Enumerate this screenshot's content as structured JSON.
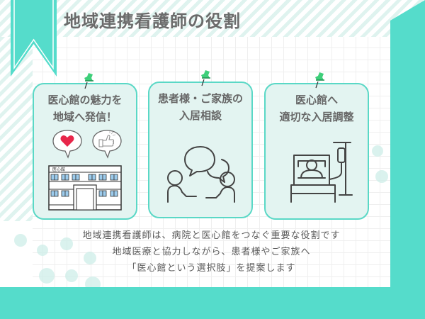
{
  "title": "地域連携看護師の役割",
  "colors": {
    "accent": "#55dccb",
    "card_fill": "#e3f4f1",
    "card_border": "#5ad8c6",
    "text": "#666666",
    "heart": "#e8264a",
    "pin": "#3ecf7a",
    "window_blue": "#9ccbec"
  },
  "cards": [
    {
      "title_lines": [
        "医心館の魅力を",
        "地域へ発信！"
      ],
      "icons": [
        "heart-speech-bubble-icon",
        "thumbs-up-speech-bubble-icon",
        "hospital-building-icon"
      ],
      "building_sign": "医心館"
    },
    {
      "title_lines": [
        "患者様・ご家族の",
        "入居相談"
      ],
      "icons": [
        "consultation-people-icon"
      ]
    },
    {
      "title_lines": [
        "医心館へ",
        "適切な入居調整"
      ],
      "icons": [
        "patient-bed-iv-icon"
      ]
    }
  ],
  "description": {
    "lines": [
      "地域連携看護師は、病院と医心館をつなぐ重要な役割です",
      "地域医療と協力しながら、患者様やご家族へ",
      "「医心館という選択肢」を提案します"
    ]
  }
}
